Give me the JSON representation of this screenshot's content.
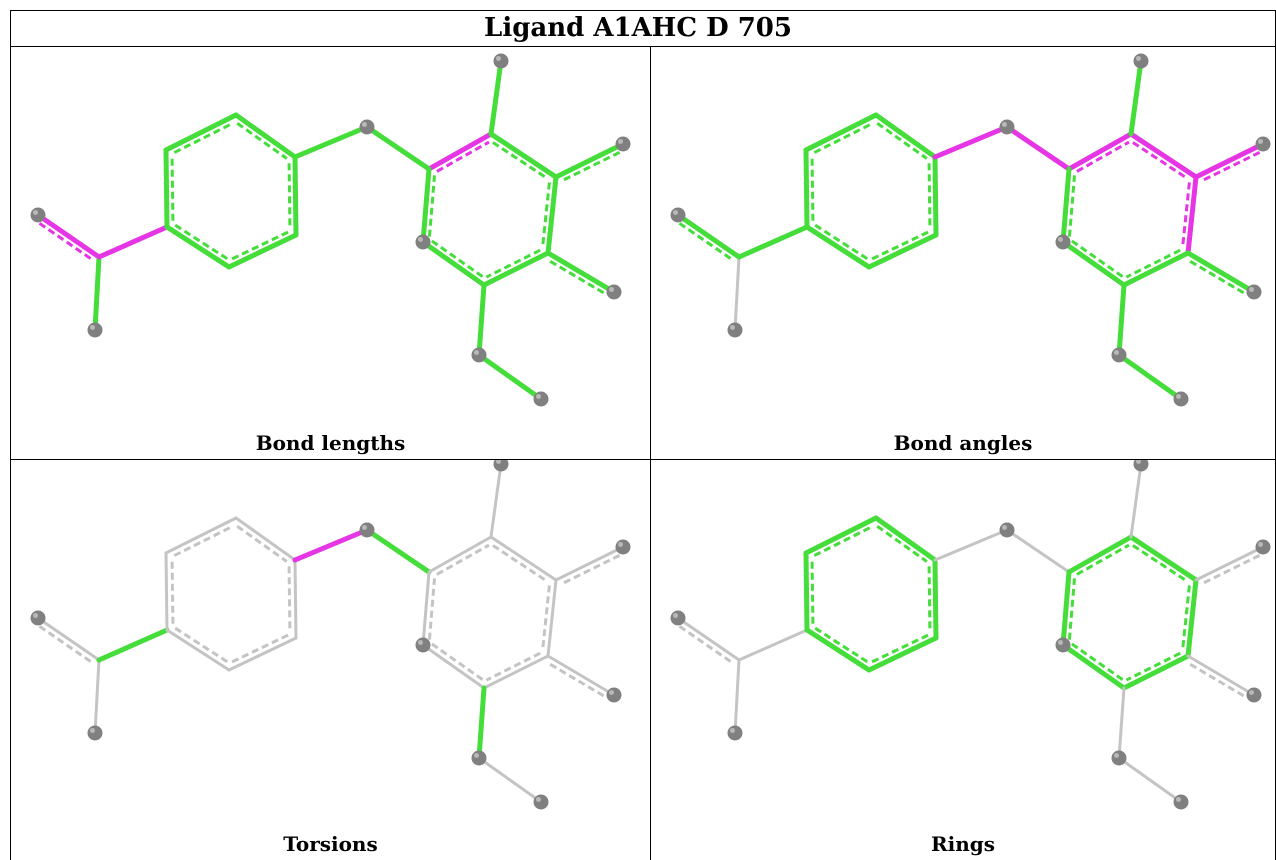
{
  "title": "Ligand A1AHC D 705",
  "colors": {
    "outlier": "#e535e5",
    "ok": "#44dd3a",
    "neutral": "#c4c4c4",
    "atom": "#808080"
  },
  "panels": [
    {
      "caption": "Bond lengths",
      "mode": "lengths"
    },
    {
      "caption": "Bond angles",
      "mode": "angles"
    },
    {
      "caption": "Torsions",
      "mode": "torsions"
    },
    {
      "caption": "Rings",
      "mode": "rings"
    }
  ]
}
